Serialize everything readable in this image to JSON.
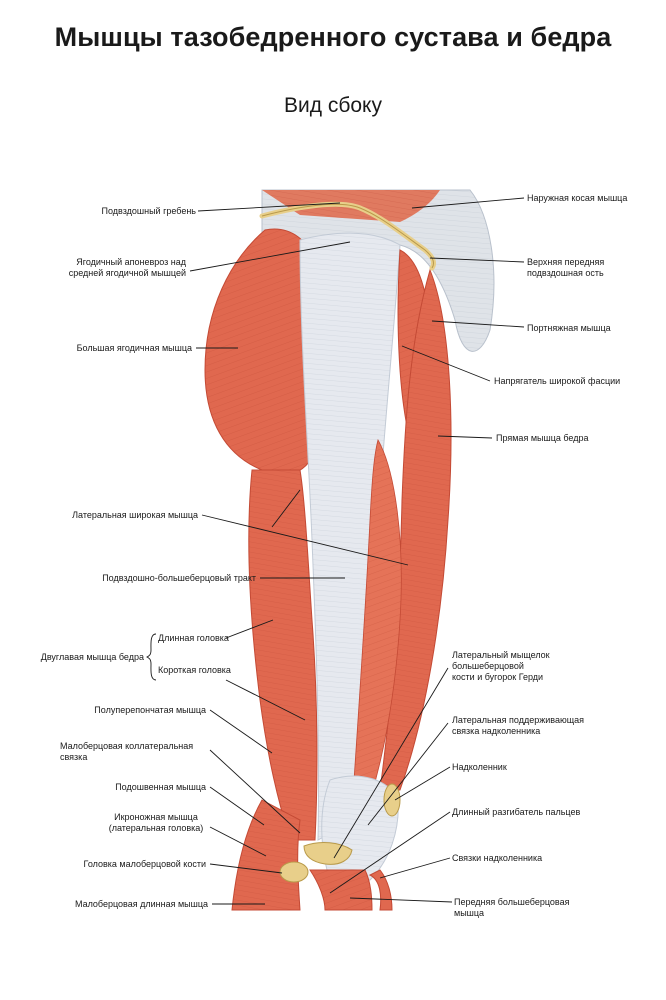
{
  "title": "Мышцы тазобедренного сустава и бедра",
  "subtitle": "Вид сбоку",
  "labels": {
    "iliac_crest": "Подвздошный гребень",
    "gluteal_aponeurosis_1": "Ягодичный апоневроз над",
    "gluteal_aponeurosis_2": "средней ягодичной мышцей",
    "gluteus_maximus": "Большая ягодичная мышца",
    "vastus_lateralis": "Латеральная широкая мышца",
    "iliotibial_tract": "Подвздошно-большеберцовый тракт",
    "biceps_femoris": "Двуглавая мышца бедра",
    "long_head": "Длинная головка",
    "short_head": "Короткая головка",
    "semimembranosus": "Полуперепончатая мышца",
    "fibular_collateral_1": "Малоберцовая коллатеральная",
    "fibular_collateral_2": "связка",
    "plantaris": "Подошвенная мышца",
    "gastrocnemius_1": "Икроножная мышца",
    "gastrocnemius_2": "(латеральная головка)",
    "fibula_head": "Головка малоберцовой кости",
    "peroneus_longus": "Малоберцовая длинная мышца",
    "external_oblique": "Наружная косая мышца",
    "asis_1": "Верхняя передняя",
    "asis_2": "подвздошная ость",
    "sartorius": "Портняжная мышца",
    "tensor_fasciae_latae": "Напрягатель широкой фасции",
    "rectus_femoris": "Прямая мышца бедра",
    "lateral_condyle_1": "Латеральный мыщелок",
    "lateral_condyle_2": "большеберцовой",
    "lateral_condyle_3": "кости и бугорок Герди",
    "lateral_retinaculum_1": "Латеральная поддерживающая",
    "lateral_retinaculum_2": "связка надколенника",
    "patella": "Надколенник",
    "extensor_digitorum": "Длинный разгибатель пальцев",
    "patellar_ligaments": "Связки надколенника",
    "tibialis_anterior_1": "Передняя большеберцовая",
    "tibialis_anterior_2": "мышца"
  },
  "colors": {
    "muscle": "#e0684f",
    "muscle_dark": "#c44a35",
    "muscle_light": "#f08a70",
    "tendon": "#e6e9ef",
    "tendon_shade": "#c3cbd6",
    "bone": "#e8cf8a",
    "skin_edge": "#d8dde4"
  }
}
